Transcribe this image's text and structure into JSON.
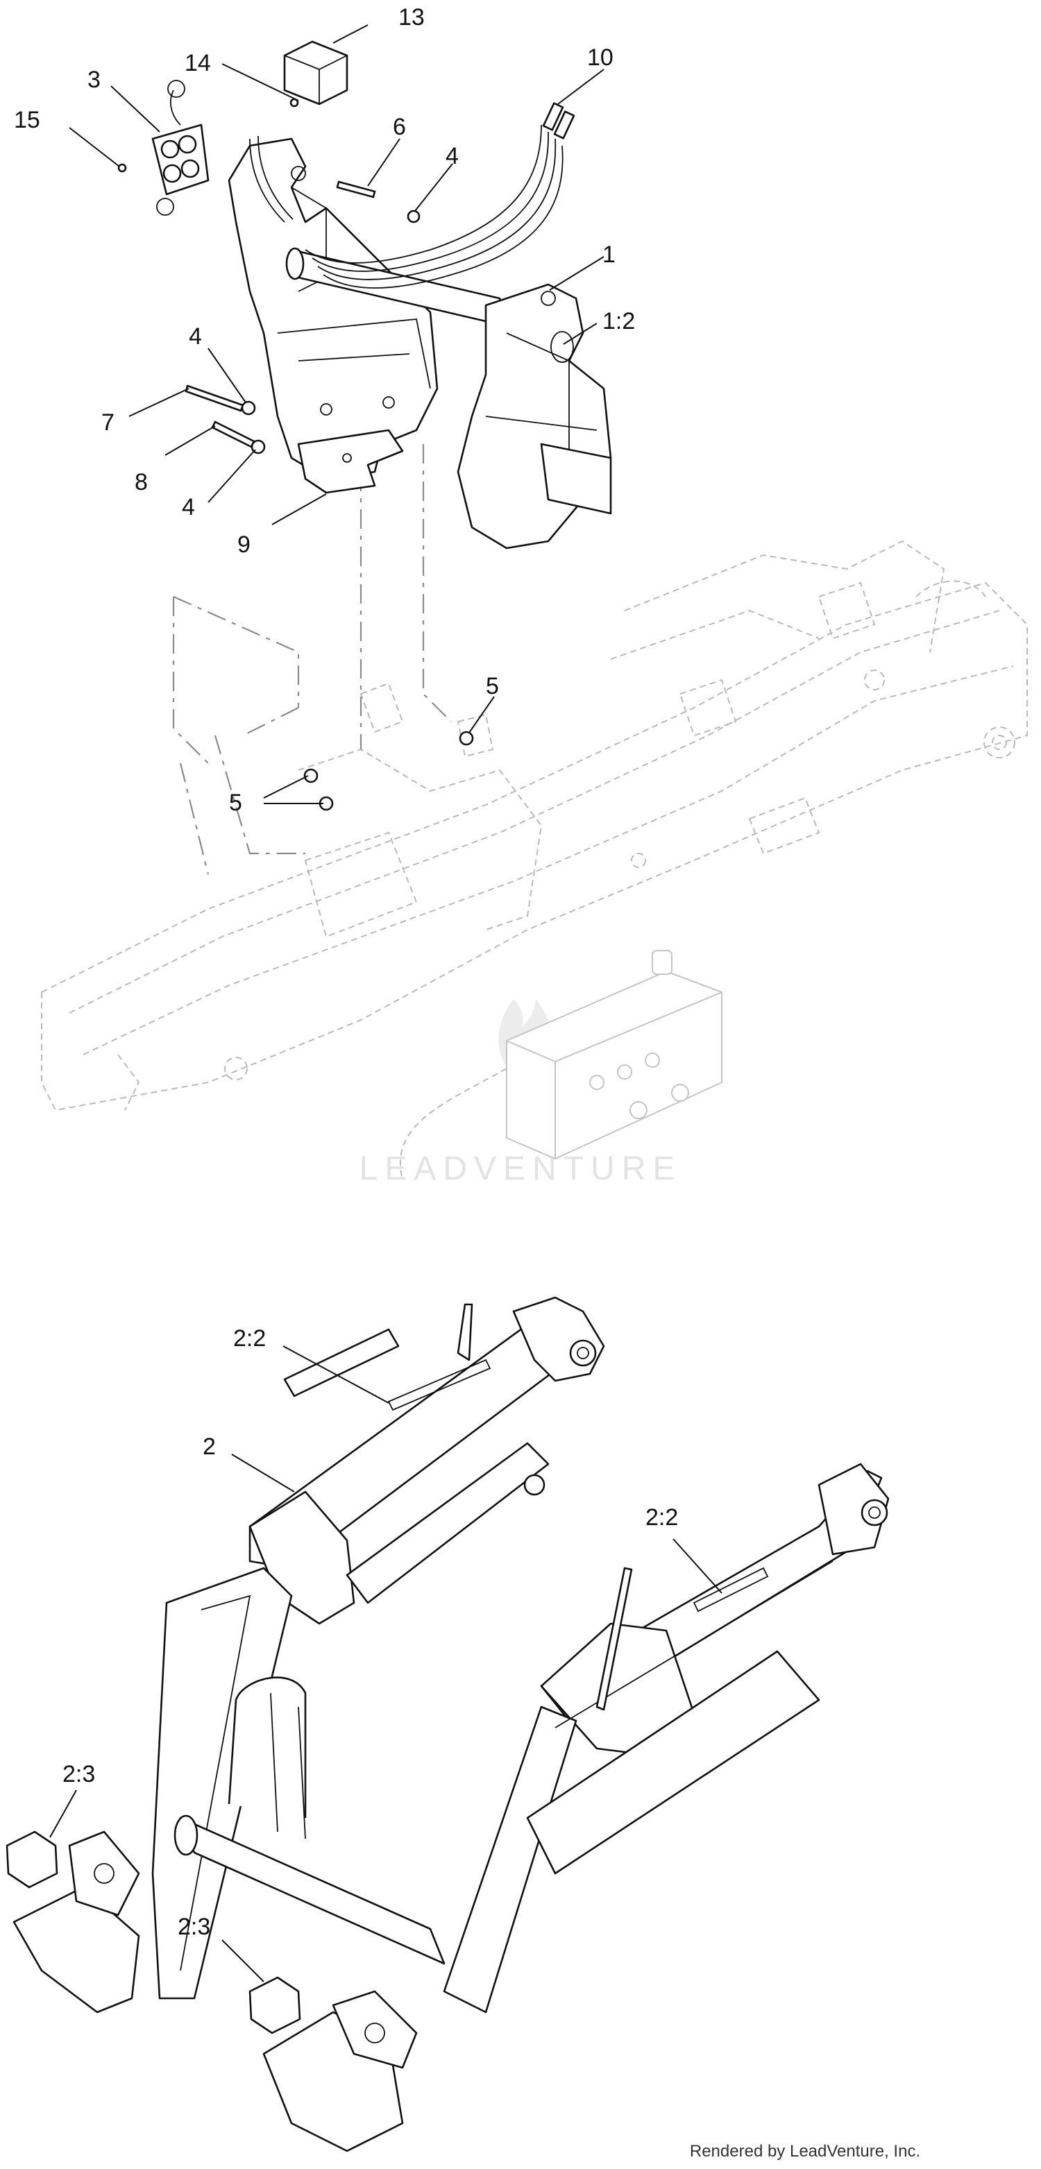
{
  "callouts": {
    "c13": "13",
    "c14": "14",
    "c10": "10",
    "c3": "3",
    "c15": "15",
    "c6": "6",
    "c4a": "4",
    "c1": "1",
    "c1_2": "1:2",
    "c4b": "4",
    "c7": "7",
    "c8": "8",
    "c4c": "4",
    "c9": "9",
    "c5a": "5",
    "c5b": "5",
    "c2_2a": "2:2",
    "c2": "2",
    "c2_2b": "2:2",
    "c2_3a": "2:3",
    "c2_3b": "2:3"
  },
  "watermark": "LEADVENTURE",
  "footer": "Rendered by LeadVenture, Inc."
}
